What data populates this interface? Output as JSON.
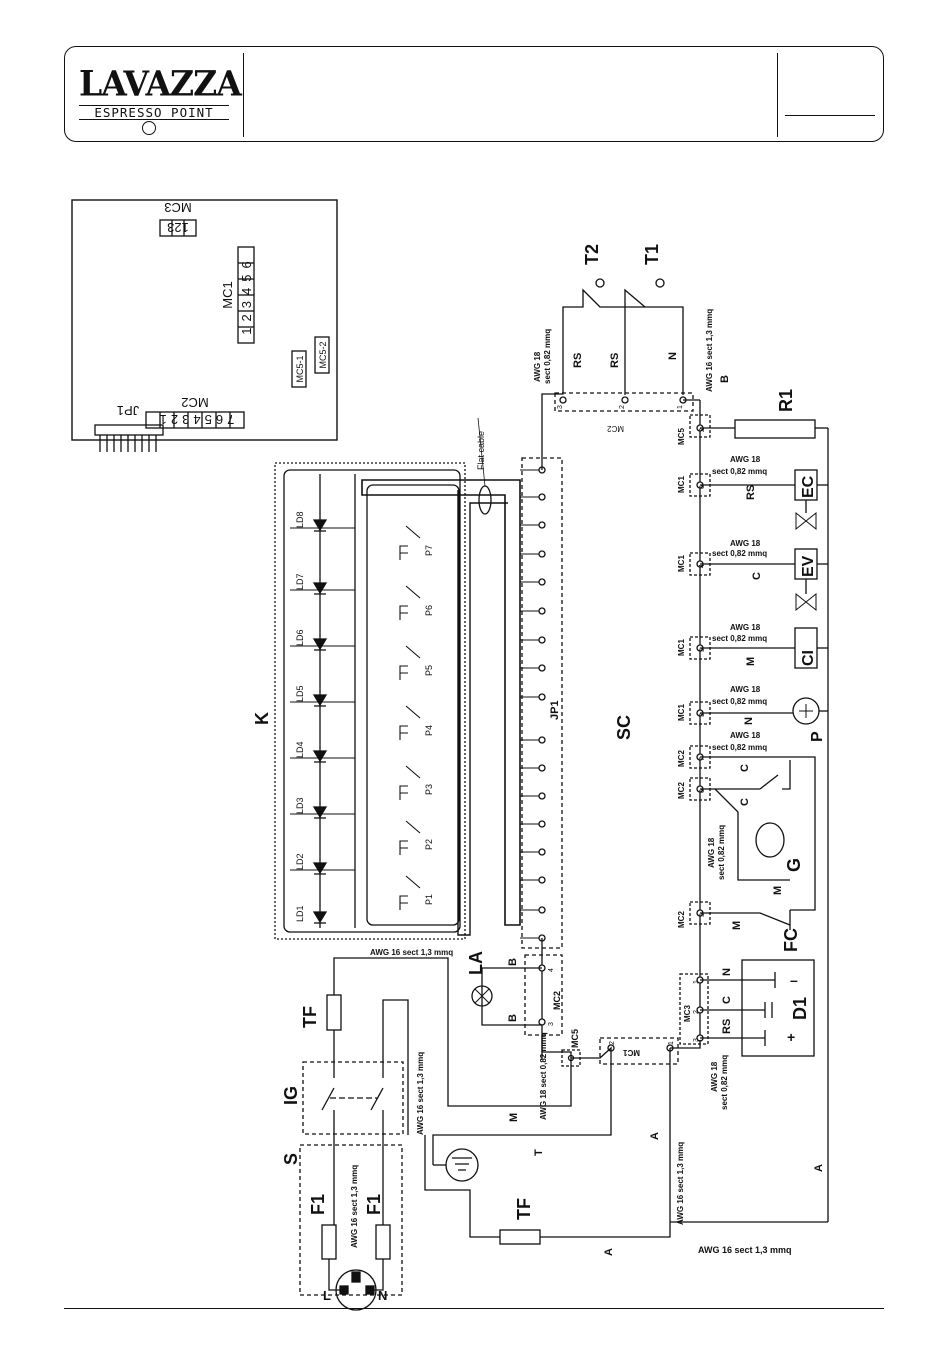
{
  "logo": {
    "brand": "LAVAZZA",
    "subtitle": "ESPRESSO POINT"
  },
  "board": {
    "connectors": {
      "mc3": "MC3",
      "mc3_pins": "123",
      "mc1": "MC1",
      "mc1_pins": "123456",
      "mc5_1": "MC5-1",
      "mc5_2": "MC5-2",
      "mc2": "MC2",
      "mc2_pins": "7654321",
      "jp1": "JP1"
    }
  },
  "keypad": {
    "label": "K",
    "leds": [
      "LD1",
      "LD2",
      "LD3",
      "LD4",
      "LD5",
      "LD6",
      "LD7",
      "LD8"
    ],
    "buttons": [
      "P1",
      "P2",
      "P3",
      "P4",
      "P5",
      "P6",
      "P7"
    ],
    "flat_cable": "Flat cable",
    "jp1": "JP1"
  },
  "control": {
    "sc": "SC"
  },
  "components": {
    "t1": "T1",
    "t2": "T2",
    "r1": "R1",
    "ec": "EC",
    "ev": "EV",
    "ci": "CI",
    "p": "P",
    "g": "G",
    "fc": "FC",
    "d1": "D1",
    "la": "LA",
    "tf": "TF",
    "ig": "IG",
    "s": "S",
    "f1": "F1",
    "plus": "+",
    "minus": "–",
    "l": "L",
    "n": "N"
  },
  "wires": {
    "awg18": "AWG 18",
    "sect082": "sect 0,82 mmq",
    "awg18_sect": "AWG 18 sect 0,82 mmq",
    "awg16_sect": "AWG 16 sect 1,3 mmq",
    "rs": "RS",
    "n": "N",
    "b": "B",
    "c": "C",
    "m": "M",
    "a": "A",
    "t": "T"
  },
  "connectors": {
    "mc1": "MC1",
    "mc2": "MC2",
    "mc3": "MC3",
    "mc5": "MC5"
  },
  "pins": {
    "p1": "1",
    "p2": "2",
    "p3": "3",
    "p4": "4",
    "p5": "5",
    "p6": "6",
    "p7": "7"
  }
}
